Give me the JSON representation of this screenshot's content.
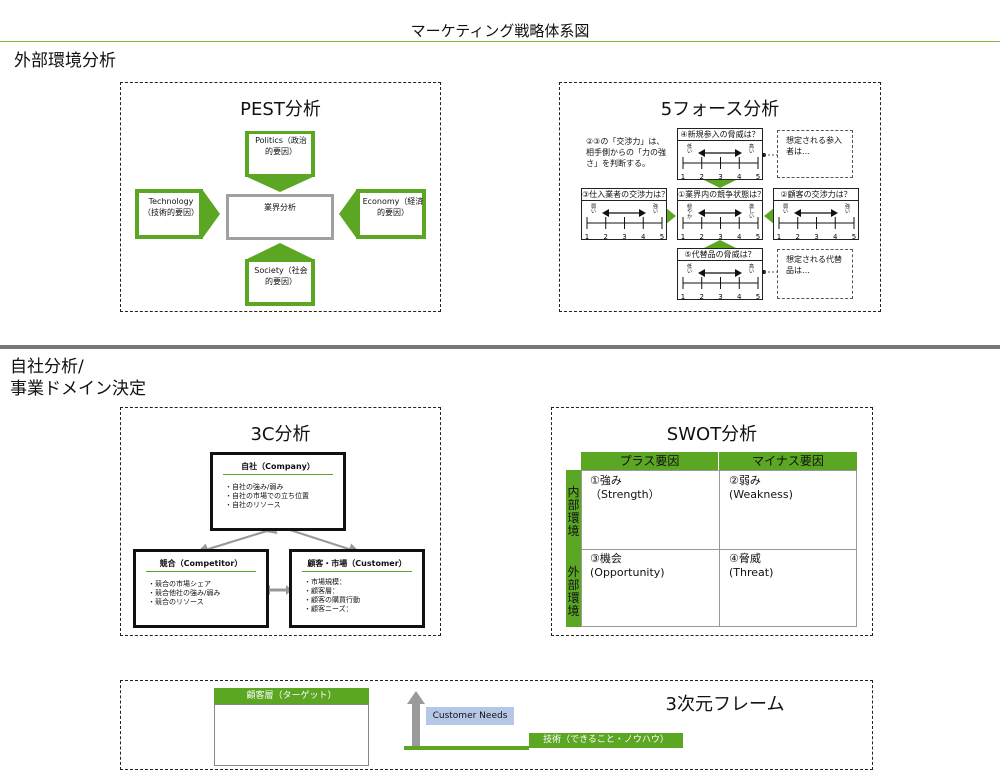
{
  "page_title": "マーケティング戦略体系図",
  "sections": {
    "external": "外部環境分析",
    "internal_line1": "自社分析/",
    "internal_line2": "事業ドメイン決定"
  },
  "pest": {
    "title": "PEST分析",
    "politics": "Politics（政治的要因）",
    "technology": "Technology（技術的要因）",
    "economy": "Economy（経済的要因）",
    "society": "Society（社会的要因）",
    "center": "業界分析"
  },
  "five_forces": {
    "title": "5フォース分析",
    "note": "②③の「交渉力」は、相手側からの「力の強さ」を判断する。",
    "new_entrants": "④新規参入の脅威は？",
    "rivalry": "①業界内の競争状態は？",
    "suppliers": "③仕入業者の交渉力は？",
    "buyers": "②顧客の交渉力は？",
    "substitutes": "⑤代替品の脅威は？",
    "assumed_entrants": "想定される参入者は…",
    "assumed_substitutes": "想定される代替品は…",
    "scale_numbers": [
      "1",
      "2",
      "3",
      "4",
      "5"
    ],
    "low": "低い",
    "high": "高い",
    "weak": "弱い",
    "strong": "強い",
    "mild": "穏やか",
    "fierce": "激しい"
  },
  "three_c": {
    "title": "3C分析",
    "company": {
      "heading": "自社（Company）",
      "lines": [
        "・自社の強み/弱み",
        "・自社の市場での立ち位置",
        "・自社のリソース"
      ]
    },
    "competitor": {
      "heading": "競合（Competitor）",
      "lines": [
        "・競合の市場シェア",
        "・競合他社の強み/弱み",
        "・競合のリソース"
      ]
    },
    "customer": {
      "heading": "顧客・市場（Customer）",
      "lines": [
        "・市場規模：",
        "・顧客層：",
        "・顧客の購買行動",
        "・顧客ニーズ："
      ]
    }
  },
  "swot": {
    "title": "SWOT分析",
    "col_plus": "プラス要因",
    "col_minus": "マイナス要因",
    "row_internal": "内部環境",
    "row_external": "外部環境",
    "strength": [
      "①強み",
      "（Strength）"
    ],
    "weakness": [
      "②弱み",
      "(Weakness)"
    ],
    "opportunity": [
      "③機会",
      "(Opportunity)"
    ],
    "threat": [
      "④脅威",
      "(Threat)"
    ]
  },
  "three_d": {
    "title": "3次元フレーム",
    "target": "顧客層（ターゲット）",
    "needs": "Customer Needs",
    "tech": "技術（できること・ノウハウ）"
  },
  "colors": {
    "accent": "#5ba623",
    "rule": "#7cbf3a",
    "divider": "#777777",
    "center_border": "#a0a0a0"
  }
}
